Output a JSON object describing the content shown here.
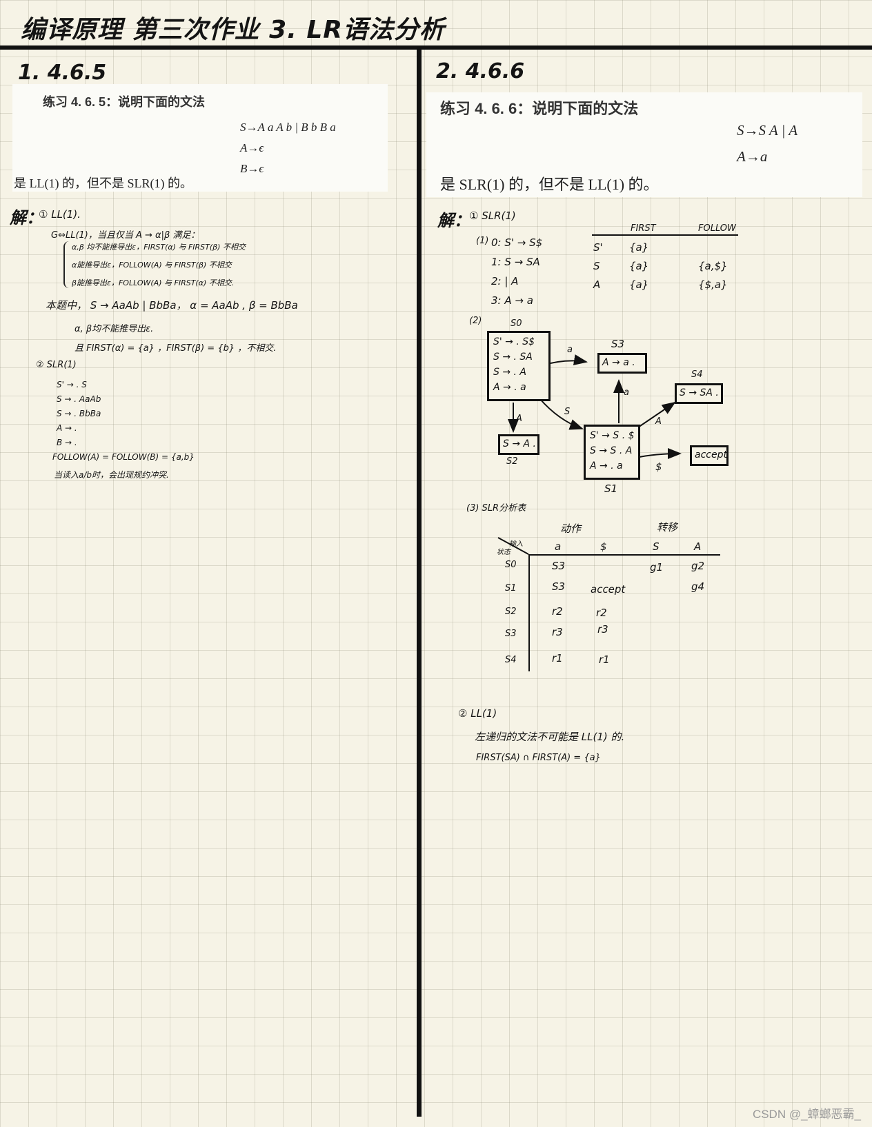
{
  "header": {
    "title": "编译原理  第三次作业  3. LR语法分析"
  },
  "left": {
    "section": "1. 4.6.5",
    "exercise": {
      "heading": "练习 4. 6. 5：说明下面的文法",
      "grammar": [
        "S→A a A b | B b B a",
        "A→ϵ",
        "B→ϵ"
      ],
      "conclusion": "是 LL(1) 的，但不是 SLR(1) 的。"
    },
    "solution": {
      "label": "解：",
      "part1": "① LL(1).",
      "lines": [
        "G⇔LL(1)，当且仅当 A → α|β 满足：",
        "α,β 均不能推导出ε，FIRST(α) 与 FIRST(β) 不相交",
        "α能推导出ε，FOLLOW(A) 与 FIRST(β) 不相交",
        "β能推导出ε，FOLLOW(A) 与 FIRST(α) 不相交.",
        "本题中， S → AaAb | BbBa，  α = AaAb , β = BbBa",
        "α, β均不能推导出ε.",
        "且 FIRST(α) = {a} ，FIRST(β) = {b} ，不相交."
      ],
      "part2": "② SLR(1)",
      "items": [
        "S' → . S",
        "S → . AaAb",
        "S → . BbBa",
        "A → .",
        "B → ."
      ],
      "follow": "FOLLOW(A) = FOLLOW(B) = {a,b}",
      "conflict": "当读入a/b时，会出现规约冲突."
    }
  },
  "right": {
    "section": "2. 4.6.6",
    "exercise": {
      "heading": "练习 4. 6. 6：说明下面的文法",
      "grammar": [
        "S→S A | A",
        "A→a"
      ],
      "conclusion": "是 SLR(1) 的，但不是 LL(1) 的。"
    },
    "solution": {
      "label": "解：",
      "part1": "① SLR(1)",
      "step1": "(1)",
      "productions": [
        "0: S' → S$",
        "1: S → SA",
        "2:        | A",
        "3: A → a"
      ],
      "first_follow": {
        "headers": [
          "FIRST",
          "FOLLOW"
        ],
        "rows": [
          {
            "sym": "S'",
            "first": "{a}",
            "follow": ""
          },
          {
            "sym": "S",
            "first": "{a}",
            "follow": "{a,$}"
          },
          {
            "sym": "A",
            "first": "{a}",
            "follow": "{$,a}"
          }
        ]
      },
      "step2": "(2)",
      "states": {
        "s0": {
          "name": "S0",
          "items": [
            "S' → . S$",
            "S → . SA",
            "S → . A",
            "A → . a"
          ]
        },
        "s1": {
          "name": "S1",
          "items": [
            "S' → S . $",
            "S → S . A",
            "A → . a"
          ]
        },
        "s2": {
          "name": "S2",
          "items": [
            "S → A ."
          ]
        },
        "s3": {
          "name": "S3",
          "items": [
            "A → a ."
          ]
        },
        "s4": {
          "name": "S4",
          "items": [
            "S → SA ."
          ]
        },
        "accept": "accept"
      },
      "edge_labels": {
        "s0_s3": "a",
        "s0_s2": "A",
        "s0_s1": "S",
        "s1_s3": "a",
        "s1_s4": "A",
        "s1_accept": "$"
      },
      "step3": "(3) SLR分析表",
      "table": {
        "action_label": "动作",
        "goto_label": "转移",
        "corner_top": "输入",
        "corner_bottom": "状态",
        "cols": [
          "a",
          "$",
          "S",
          "A"
        ],
        "rows": [
          {
            "state": "S0",
            "cells": [
              "S3",
              "",
              "g1",
              "g2"
            ]
          },
          {
            "state": "S1",
            "cells": [
              "S3",
              "accept",
              "",
              "g4"
            ]
          },
          {
            "state": "S2",
            "cells": [
              "r2",
              "r2",
              "",
              ""
            ]
          },
          {
            "state": "S3",
            "cells": [
              "r3",
              "r3",
              "",
              ""
            ]
          },
          {
            "state": "S4",
            "cells": [
              "r1",
              "r1",
              "",
              ""
            ]
          }
        ]
      },
      "part2": "② LL(1)",
      "ll_lines": [
        "左递归的文法不可能是 LL(1) 的.",
        "FIRST(SA) ∩ FIRST(A) = {a}"
      ]
    }
  },
  "watermark": "CSDN @_蟑螂恶霸_"
}
